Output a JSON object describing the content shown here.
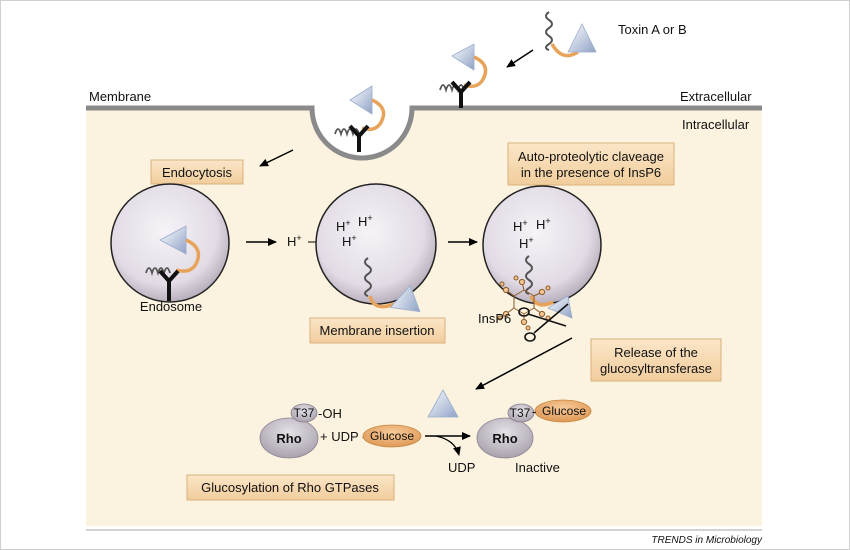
{
  "labels": {
    "toxin": "Toxin A or B",
    "membrane": "Membrane",
    "extracellular": "Extracellular",
    "intracellular": "Intracellular",
    "endocytosis": "Endocytosis",
    "autoproteolytic_line1": "Auto-proteolytic claveage",
    "autoproteolytic_line2": "in the presence of InsP6",
    "endosome": "Endosome",
    "membrane_insertion": "Membrane insertion",
    "insp6": "InsP6",
    "release_line1": "Release of the",
    "release_line2": "glucosyltransferase",
    "t37_oh": "-OH",
    "t37": "T37",
    "rho": "Rho",
    "udp_plus": "+ UDP -",
    "glucose": "Glucose",
    "udp": "UDP",
    "inactive": "Inactive",
    "glucosylation": "Glucosylation of Rho GTPases",
    "footer": "TRENDS in Microbiology",
    "proton": "H",
    "plus": "+"
  },
  "colors": {
    "cytoplasm": "#fbf3df",
    "label_box": "#f6d8ad",
    "orange": "#e8a35a",
    "triangle": "#b6c4dd",
    "vesicle": "#e6e0e8",
    "rho": "#c7c2c9",
    "membrane": "#8a8a8a"
  }
}
